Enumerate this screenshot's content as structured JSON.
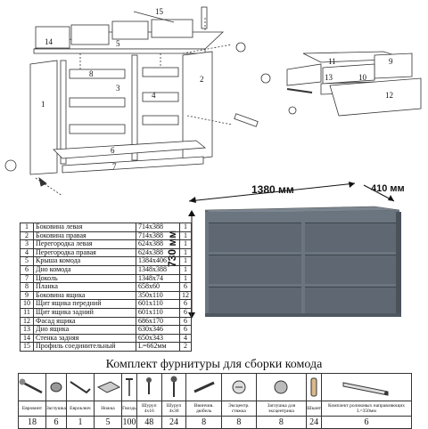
{
  "dimensions": {
    "width": "1380 мм",
    "depth": "410 мм",
    "height": "730 мм"
  },
  "colors": {
    "body": "#6b7580",
    "front": "#5b646e",
    "line": "#333333"
  },
  "callouts": [
    "1",
    "2",
    "3",
    "4",
    "5",
    "6",
    "7",
    "8",
    "9",
    "10",
    "11",
    "12",
    "13",
    "14",
    "15"
  ],
  "parts": [
    {
      "n": "1",
      "name": "Боковина левая",
      "size": "714x388",
      "qty": "1"
    },
    {
      "n": "2",
      "name": "Боковина правая",
      "size": "714x388",
      "qty": "1"
    },
    {
      "n": "3",
      "name": "Перегородка левая",
      "size": "624x388",
      "qty": "1"
    },
    {
      "n": "4",
      "name": "Перегородка правая",
      "size": "624x388",
      "qty": "1"
    },
    {
      "n": "5",
      "name": "Крыша комода",
      "size": "1384x406",
      "qty": "1"
    },
    {
      "n": "6",
      "name": "Дно комода",
      "size": "1348x388",
      "qty": "1"
    },
    {
      "n": "7",
      "name": "Цоколь",
      "size": "1348x74",
      "qty": "1"
    },
    {
      "n": "8",
      "name": "Планка",
      "size": "658x60",
      "qty": "6"
    },
    {
      "n": "9",
      "name": "Боковина ящика",
      "size": "350x110",
      "qty": "12"
    },
    {
      "n": "10",
      "name": "Щит ящика передний",
      "size": "601x110",
      "qty": "6"
    },
    {
      "n": "11",
      "name": "Щит ящика задний",
      "size": "601x110",
      "qty": "6"
    },
    {
      "n": "12",
      "name": "Фасад ящика",
      "size": "686x170",
      "qty": "6"
    },
    {
      "n": "13",
      "name": "Дно ящика",
      "size": "630x346",
      "qty": "6"
    },
    {
      "n": "14",
      "name": "Стенка задняя",
      "size": "650x343",
      "qty": "4"
    },
    {
      "n": "15",
      "name": "Профиль соединительный",
      "size": "L=662мм",
      "qty": "2"
    }
  ],
  "kit": {
    "title": "Комплект фурнитуры для сборки комода",
    "items": [
      {
        "icon": "euroscrew-icon",
        "label": "Евровинт",
        "qty": "18"
      },
      {
        "icon": "plug-icon",
        "label": "Заглушка",
        "qty": "6"
      },
      {
        "icon": "hex-key-icon",
        "label": "Евроключ",
        "qty": "1"
      },
      {
        "icon": "leg-icon",
        "label": "Ножка",
        "qty": "5"
      },
      {
        "icon": "nail-icon",
        "label": "Гвоздь",
        "qty": "100"
      },
      {
        "icon": "screw-small-icon",
        "label": "Шуруп 4х16",
        "qty": "48"
      },
      {
        "icon": "screw-large-icon",
        "label": "Шуруп 4х30",
        "qty": "24"
      },
      {
        "icon": "dowel-screw-icon",
        "label": "Ввинчив. дюбель",
        "qty": "8"
      },
      {
        "icon": "eccentric-icon",
        "label": "Эксцентр. стяжка",
        "qty": "8"
      },
      {
        "icon": "eccentric-plug-icon",
        "label": "Заглушка для эксцентрика",
        "qty": "8"
      },
      {
        "icon": "dowel-icon",
        "label": "Шкант",
        "qty": "24"
      },
      {
        "icon": "roller-guide-icon",
        "label": "Комплект роликовых направляющих L=350мм",
        "qty": "6"
      }
    ]
  }
}
